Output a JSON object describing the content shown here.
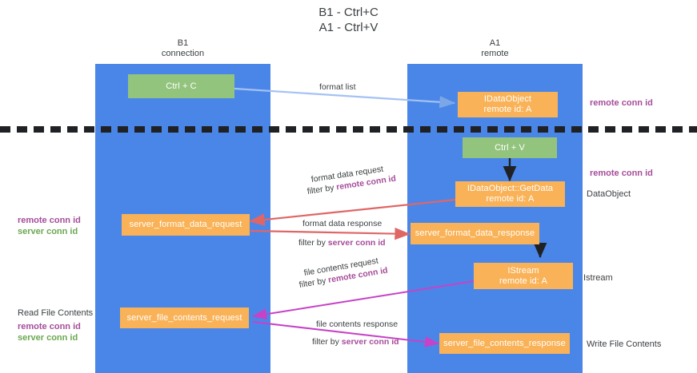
{
  "title": "B1 - Ctrl+C\nA1 - Ctrl+V",
  "columns": [
    {
      "name": "B1\nconnection"
    },
    {
      "name": "A1\nremote"
    }
  ],
  "boxes": {
    "ctrl_c": "Ctrl + C",
    "ctrl_v": "Ctrl + V",
    "idataobject": "IDataObject\nremote id: A",
    "getdata": "IDataObject::GetData\nremote id: A",
    "istream": "IStream\nremote id: A",
    "server_format_data_request": "server_format_data_request",
    "server_format_data_response": "server_format_data_response",
    "server_file_contents_request": "server_file_contents_request",
    "server_file_contents_response": "server_file_contents_response"
  },
  "arrows": {
    "format_list": "format list",
    "format_data_request": "format data request",
    "format_data_request_filter_prefix": "filter by ",
    "format_data_request_filter_key": "remote conn id",
    "format_data_response": "format data response",
    "format_data_response_filter_prefix": "filter by ",
    "format_data_response_filter_key": "server conn id",
    "file_contents_request": "file contents request",
    "file_contents_request_filter_prefix": "filter by ",
    "file_contents_request_filter_key": "remote conn id",
    "file_contents_response": "file contents response",
    "file_contents_response_filter_prefix": "filter by ",
    "file_contents_response_filter_key": "server conn id"
  },
  "side_labels": {
    "right_remote_conn_id_top": "remote conn id",
    "right_remote_conn_id_mid": "remote conn id",
    "right_dataobject": "DataObject",
    "right_istream": "Istream",
    "right_write_file_contents": "Write File Contents",
    "left_remote_conn_id": "remote conn id",
    "left_server_conn_id": "server conn id",
    "left_read_file_contents": "Read File Contents",
    "left_remote_conn_id_2": "remote conn id",
    "left_server_conn_id_2": "server conn id"
  },
  "colors": {
    "lane": "#4a86e8",
    "green_box": "#93c47d",
    "orange_box": "#f9b257",
    "remote_conn": "#a64d9a",
    "server_conn": "#6aa84f",
    "arrow_blue": "#a4c2f4",
    "arrow_black": "#202124",
    "arrow_red": "#e06666",
    "arrow_magenta": "#c742c7",
    "separator": "#202124"
  }
}
